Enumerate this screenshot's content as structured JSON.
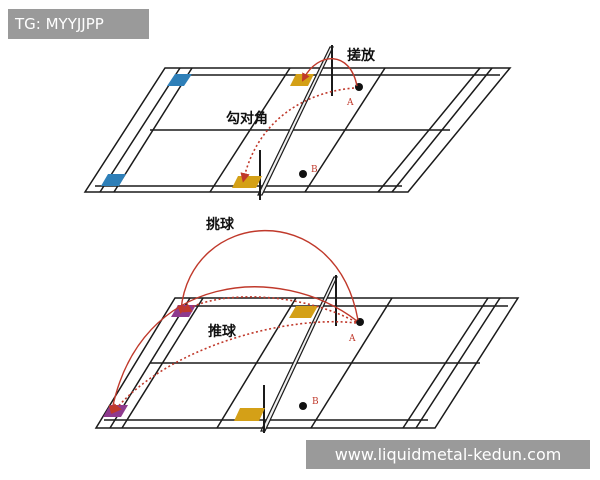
{
  "watermark_top": "TG: MYYJJPP",
  "watermark_bottom": "www.liquidmetal-kedun.com",
  "top_diagram": {
    "shot_label": "搓放",
    "cross_label": "勾对角",
    "point_a": "A",
    "point_b": "B"
  },
  "bottom_diagram": {
    "lift_label": "挑球",
    "push_label": "推球",
    "point_a": "A",
    "point_b": "B"
  },
  "colors": {
    "court_line": "#1a1a1a",
    "trajectory": "#c0392b",
    "zone_blue": "#2e7fb8",
    "zone_yellow": "#d4a017",
    "zone_purple": "#8e3a8e"
  }
}
